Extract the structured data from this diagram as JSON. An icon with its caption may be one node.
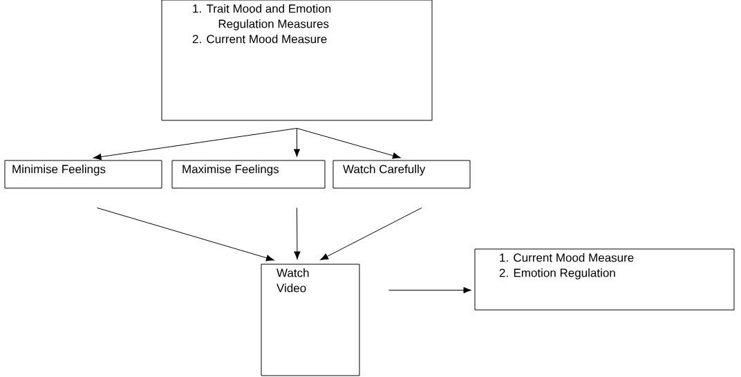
{
  "diagram": {
    "nodes": [
      {
        "text": [
          "1. Trait Mood and Emotion Regulation Measures",
          "2. Current Mood Measure"
        ]
      },
      {
        "text": [
          "Minimise Feelings"
        ]
      },
      {
        "text": [
          "Maximise Feelings"
        ]
      },
      {
        "text": [
          "Watch Carefully"
        ]
      },
      {
        "text": [
          "Watch Video"
        ]
      },
      {
        "text": [
          "1. Current Mood Measure",
          "2. Emotion Regulation"
        ]
      }
    ],
    "edges": [
      {
        "from": 0,
        "to": 1,
        "arrow": "to"
      },
      {
        "from": 0,
        "to": 2,
        "arrow": "to"
      },
      {
        "from": 0,
        "to": 3,
        "arrow": "to"
      },
      {
        "from": 1,
        "to": 4,
        "arrow": "to"
      },
      {
        "from": 2,
        "to": 4,
        "arrow": "to"
      },
      {
        "from": 3,
        "to": 4,
        "arrow": "to"
      },
      {
        "from": 4,
        "to": 5,
        "arrow": "to"
      }
    ]
  }
}
